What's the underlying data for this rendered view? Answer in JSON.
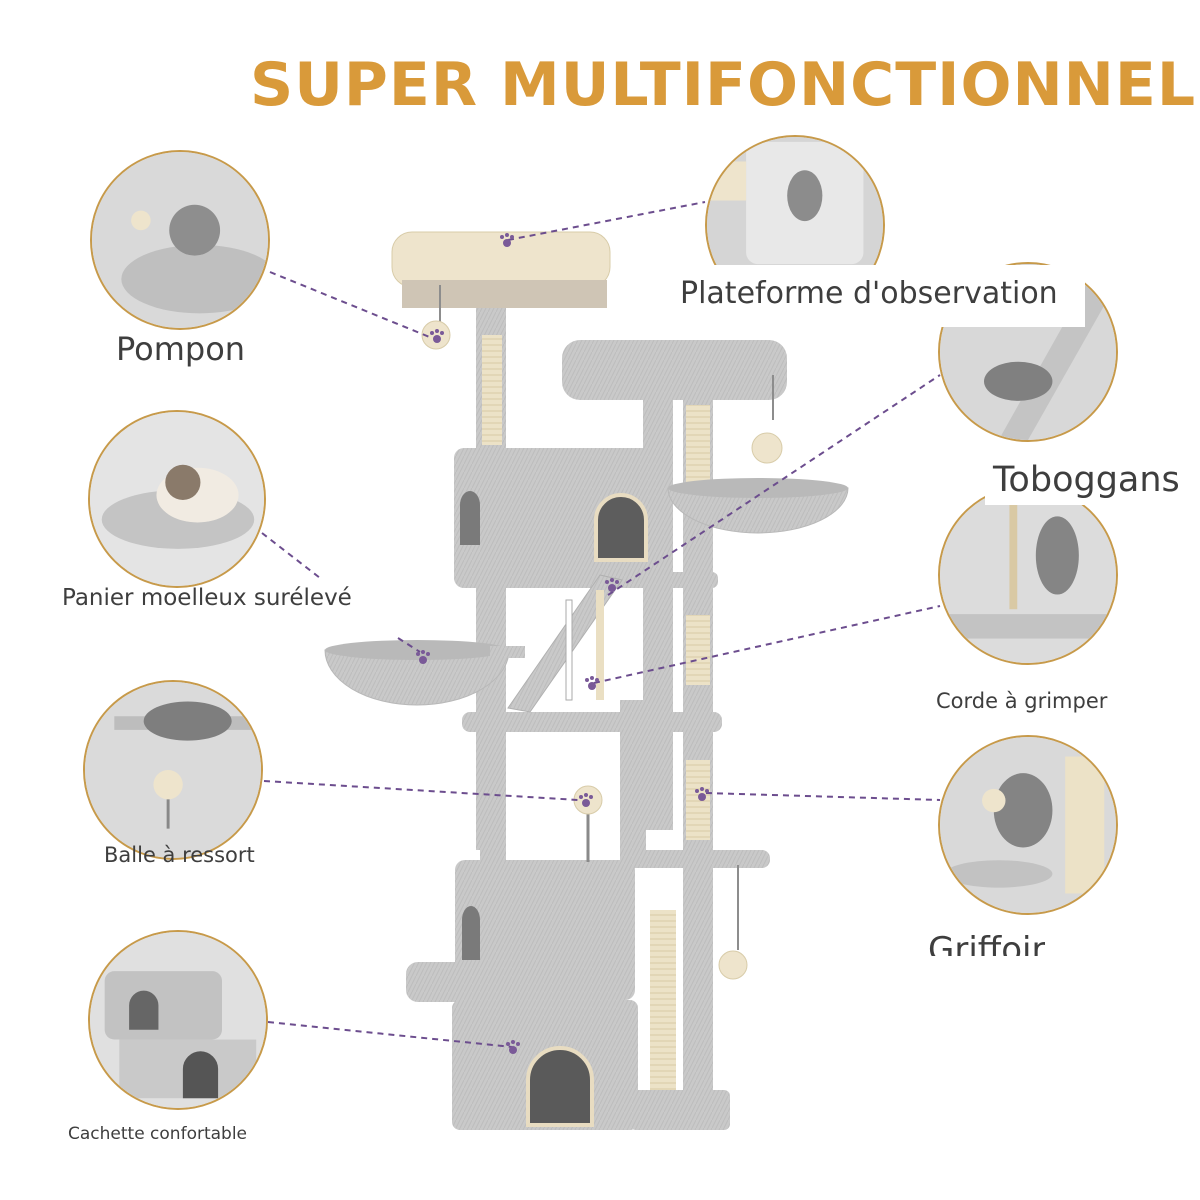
{
  "page": {
    "title": "SUPER MULTIFONCTIONNEL",
    "accent_color": "#d99a3a",
    "circle_border_color": "#c79a4a",
    "connector_color": "#6c4d8e"
  },
  "features": [
    {
      "id": "pompon",
      "label": "Pompon",
      "icon": "paw-icon"
    },
    {
      "id": "plateforme",
      "label": "Plateforme d'observation",
      "icon": "paw-icon"
    },
    {
      "id": "panier",
      "label": "Panier moelleux surélevé",
      "icon": "paw-icon"
    },
    {
      "id": "toboggans",
      "label": "Toboggans",
      "icon": "paw-icon"
    },
    {
      "id": "corde",
      "label": "Corde à grimper",
      "icon": "paw-icon"
    },
    {
      "id": "balle",
      "label": "Balle à ressort",
      "icon": "paw-icon"
    },
    {
      "id": "griffoir",
      "label": "Griffoir",
      "icon": "paw-icon"
    },
    {
      "id": "cachette",
      "label": "Cachette confortable",
      "icon": "paw-icon"
    }
  ]
}
